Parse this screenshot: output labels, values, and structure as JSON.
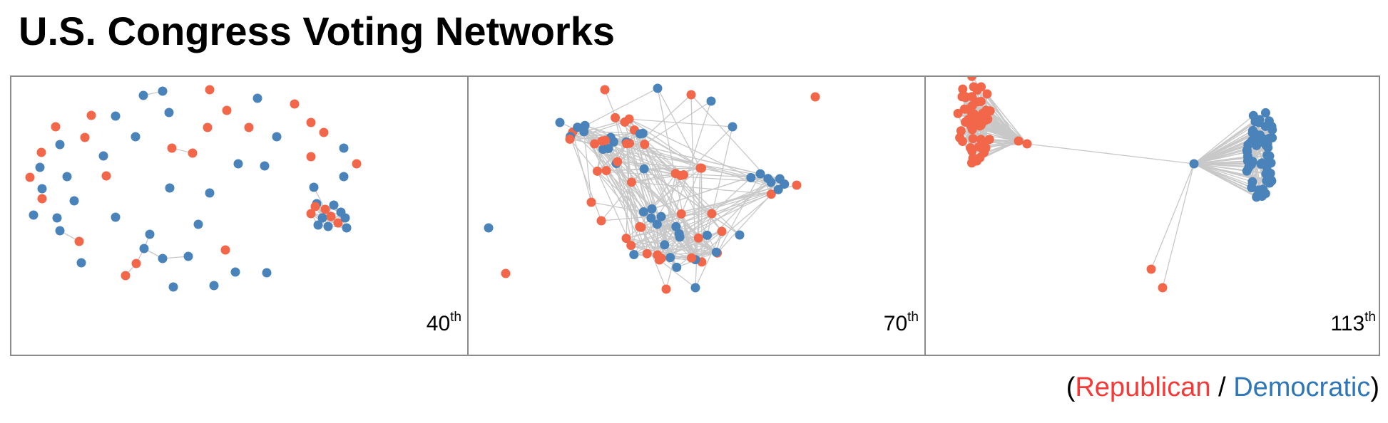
{
  "title": "U.S. Congress Voting Networks",
  "colors": {
    "republican": "#f2664a",
    "democratic": "#4a83b9",
    "edge": "#c8c8c8"
  },
  "panels": [
    {
      "congress": "40",
      "suffix": "th"
    },
    {
      "congress": "70",
      "suffix": "th"
    },
    {
      "congress": "113",
      "suffix": "th"
    }
  ],
  "legend": {
    "open": "(",
    "republican": "Republican",
    "separator": " / ",
    "democratic": "Democratic",
    "close": ")"
  }
}
